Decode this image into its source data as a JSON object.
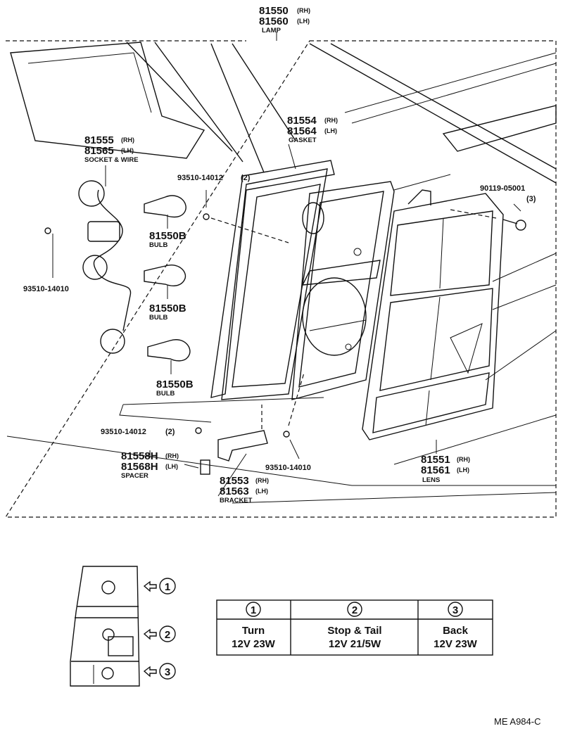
{
  "parts": {
    "lamp": {
      "rh": "81550",
      "lh": "81560",
      "rh_tag": "(RH)",
      "lh_tag": "(LH)",
      "name": "LAMP"
    },
    "gasket": {
      "rh": "81554",
      "lh": "81564",
      "rh_tag": "(RH)",
      "lh_tag": "(LH)",
      "name": "GASKET"
    },
    "socket": {
      "rh": "81555",
      "lh": "81565",
      "rh_tag": "(RH)",
      "lh_tag": "(LH)",
      "name": "SOCKET & WIRE"
    },
    "screw_top": {
      "number": "93510-14012",
      "qty": "(2)"
    },
    "screw_left": {
      "number": "93510-14010"
    },
    "screw_lower": {
      "number": "93510-14012",
      "qty": "(2)"
    },
    "screw_bracket": {
      "number": "93510-14010"
    },
    "bolt": {
      "number": "90119-05001",
      "qty": "(3)"
    },
    "bulb1": {
      "number": "81550B",
      "name": "BULB"
    },
    "bulb2": {
      "number": "81550B",
      "name": "BULB"
    },
    "bulb3": {
      "number": "81550B",
      "name": "BULB"
    },
    "spacer": {
      "rh": "81558H",
      "lh": "81568H",
      "rh_tag": "(RH)",
      "lh_tag": "(LH)",
      "name": "SPACER"
    },
    "bracket": {
      "rh": "81553",
      "lh": "81563",
      "rh_tag": "(RH)",
      "lh_tag": "(LH)",
      "name": "BRACKET"
    },
    "lens": {
      "rh": "81551",
      "lh": "81561",
      "rh_tag": "(RH)",
      "lh_tag": "(LH)",
      "name": "LENS"
    }
  },
  "legend": {
    "markers": [
      "1",
      "2",
      "3"
    ],
    "functions": [
      "Turn",
      "Stop & Tail",
      "Back"
    ],
    "ratings": [
      "12V 23W",
      "12V 21/5W",
      "12V 23W"
    ]
  },
  "footer": {
    "code": "ME  A984-C"
  }
}
